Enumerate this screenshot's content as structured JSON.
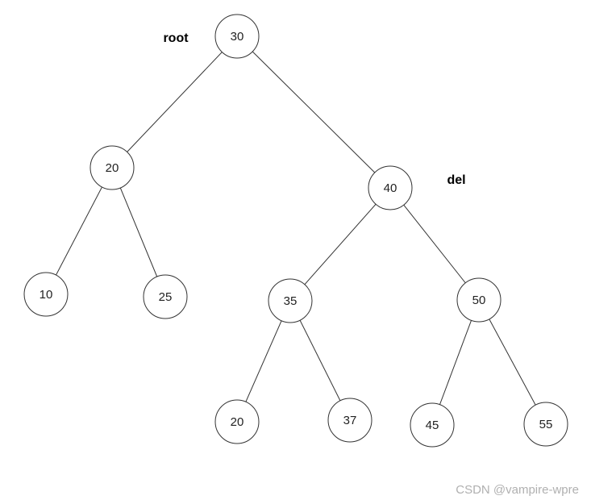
{
  "diagram": {
    "type": "binary-tree",
    "nodes": [
      {
        "id": "n30",
        "label": "30"
      },
      {
        "id": "n20a",
        "label": "20"
      },
      {
        "id": "n40",
        "label": "40"
      },
      {
        "id": "n10",
        "label": "10"
      },
      {
        "id": "n25",
        "label": "25"
      },
      {
        "id": "n35",
        "label": "35"
      },
      {
        "id": "n50",
        "label": "50"
      },
      {
        "id": "n20b",
        "label": "20"
      },
      {
        "id": "n37",
        "label": "37"
      },
      {
        "id": "n45",
        "label": "45"
      },
      {
        "id": "n55",
        "label": "55"
      }
    ],
    "edges": [
      {
        "from": "n30",
        "to": "n20a"
      },
      {
        "from": "n30",
        "to": "n40"
      },
      {
        "from": "n20a",
        "to": "n10"
      },
      {
        "from": "n20a",
        "to": "n25"
      },
      {
        "from": "n40",
        "to": "n35"
      },
      {
        "from": "n40",
        "to": "n50"
      },
      {
        "from": "n35",
        "to": "n20b"
      },
      {
        "from": "n35",
        "to": "n37"
      },
      {
        "from": "n50",
        "to": "n45"
      },
      {
        "from": "n50",
        "to": "n55"
      }
    ],
    "annotations": [
      {
        "id": "root",
        "text": "root",
        "target": "n30"
      },
      {
        "id": "del",
        "text": "del",
        "target": "n40"
      }
    ]
  },
  "watermark": "CSDN @vampire-wpre",
  "colors": {
    "stroke": "#333333",
    "text": "#222222",
    "watermark": "#b0b0b0"
  }
}
